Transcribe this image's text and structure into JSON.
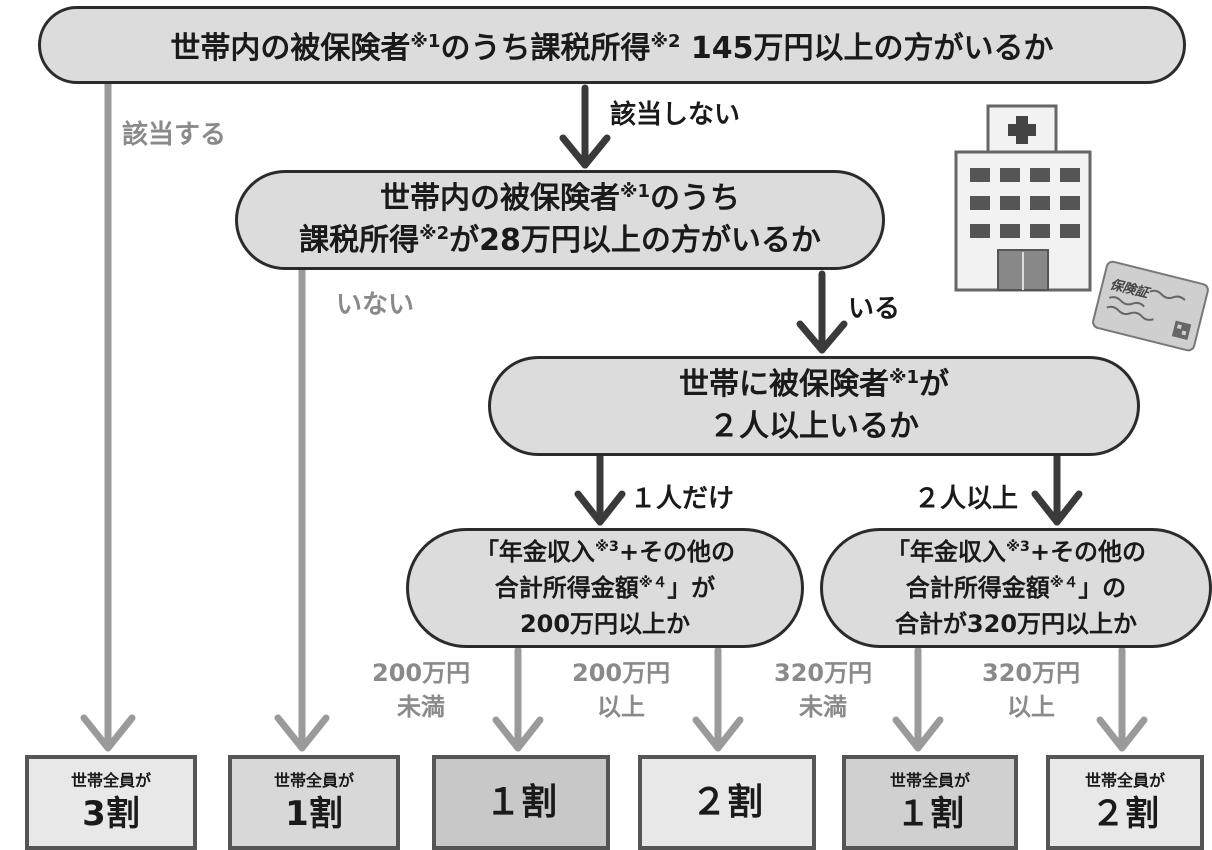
{
  "q1": {
    "before": "世帯内の被保険者",
    "sup1": "※1",
    "mid": "のうち課税所得",
    "sup2": "※2",
    "after": " 145万円以上の方がいるか"
  },
  "q2": {
    "line1_before": "世帯内の被保険者",
    "line1_sup": "※1",
    "line1_after": "のうち",
    "line2_before": "課税所得",
    "line2_sup": "※2",
    "line2_after": "が28万円以上の方がいるか"
  },
  "q3": {
    "line1_before": "世帯に被保険者",
    "line1_sup": "※1",
    "line1_after": "が",
    "line2": "２人以上いるか"
  },
  "q4": {
    "line1_before": "「年金収入",
    "line1_sup": "※3",
    "line1_after": "+その他の",
    "line2_before": "合計所得金額",
    "line2_sup": "※４",
    "line2_after": "」が",
    "line3": "200万円以上か"
  },
  "q5": {
    "line1_before": "「年金収入",
    "line1_sup": "※3",
    "line1_after": "+その他の",
    "line2_before": "合計所得金額",
    "line2_sup": "※４",
    "line2_after": "」の",
    "line3": "合計が320万円以上か"
  },
  "labels": {
    "yes1": "該当する",
    "no1": "該当しない",
    "no2": "いない",
    "yes2": "いる",
    "one": "１人だけ",
    "two": "２人以上",
    "lt200_l1": "200万円",
    "lt200_l2": "未満",
    "ge200_l1": "200万円",
    "ge200_l2": "以上",
    "lt320_l1": "320万円",
    "lt320_l2": "未満",
    "ge320_l1": "320万円",
    "ge320_l2": "以上"
  },
  "results": [
    {
      "small": "世帯全員が",
      "big": "3割"
    },
    {
      "small": "世帯全員が",
      "big": "1割"
    },
    {
      "small": "",
      "big": "１割"
    },
    {
      "small": "",
      "big": "２割"
    },
    {
      "small": "世帯全員が",
      "big": "１割"
    },
    {
      "small": "世帯全員が",
      "big": "２割"
    }
  ],
  "card": {
    "title": "保険証"
  },
  "icons": {
    "hospital": "hospital-icon",
    "card": "insurance-card-icon"
  },
  "colors": {
    "node_fill": "#dcdcdc",
    "node_border": "#2b2b2b",
    "arrow_dark": "#3a3a3a",
    "arrow_light": "#9a9a9a",
    "label_gray": "#8a8a8a"
  }
}
